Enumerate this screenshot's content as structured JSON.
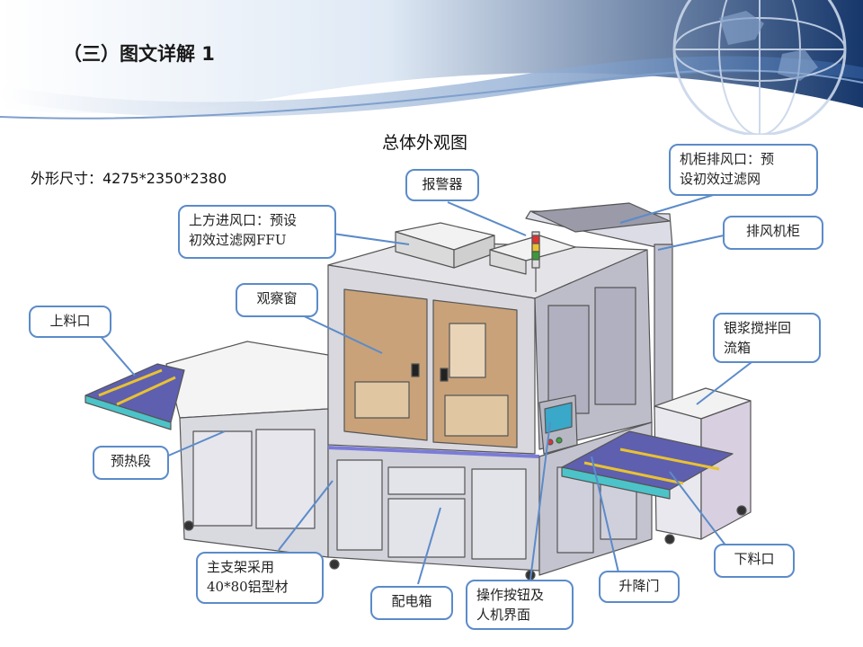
{
  "slide": {
    "title": "（三）图文详解 1",
    "diagram_title": "总体外观图",
    "dimensions": "外形尺寸：4275*2350*2380"
  },
  "callouts": {
    "alarm": "报警器",
    "cabinet_exhaust_port": "机柜排风口：预\n设初效过滤网",
    "top_air_inlet": "上方进风口：预设\n初效过滤网FFU",
    "exhaust_cabinet": "排风机柜",
    "observation_window": "观察窗",
    "loading_port": "上料口",
    "silver_paste_reflow_box": "银浆搅拌回\n流箱",
    "preheat_section": "预热段",
    "main_frame": "主支架采用\n40*80铝型材",
    "unloading_port": "下料口",
    "electrical_box": "配电箱",
    "control_panel": "操作按钮及\n人机界面",
    "lift_door": "升降门"
  },
  "colors": {
    "callout_border": "#5b8bc9",
    "banner_blue": "#1d3f73",
    "machine_frame": "#c8c8cc",
    "conveyor_teal": "#4cc3c8"
  }
}
